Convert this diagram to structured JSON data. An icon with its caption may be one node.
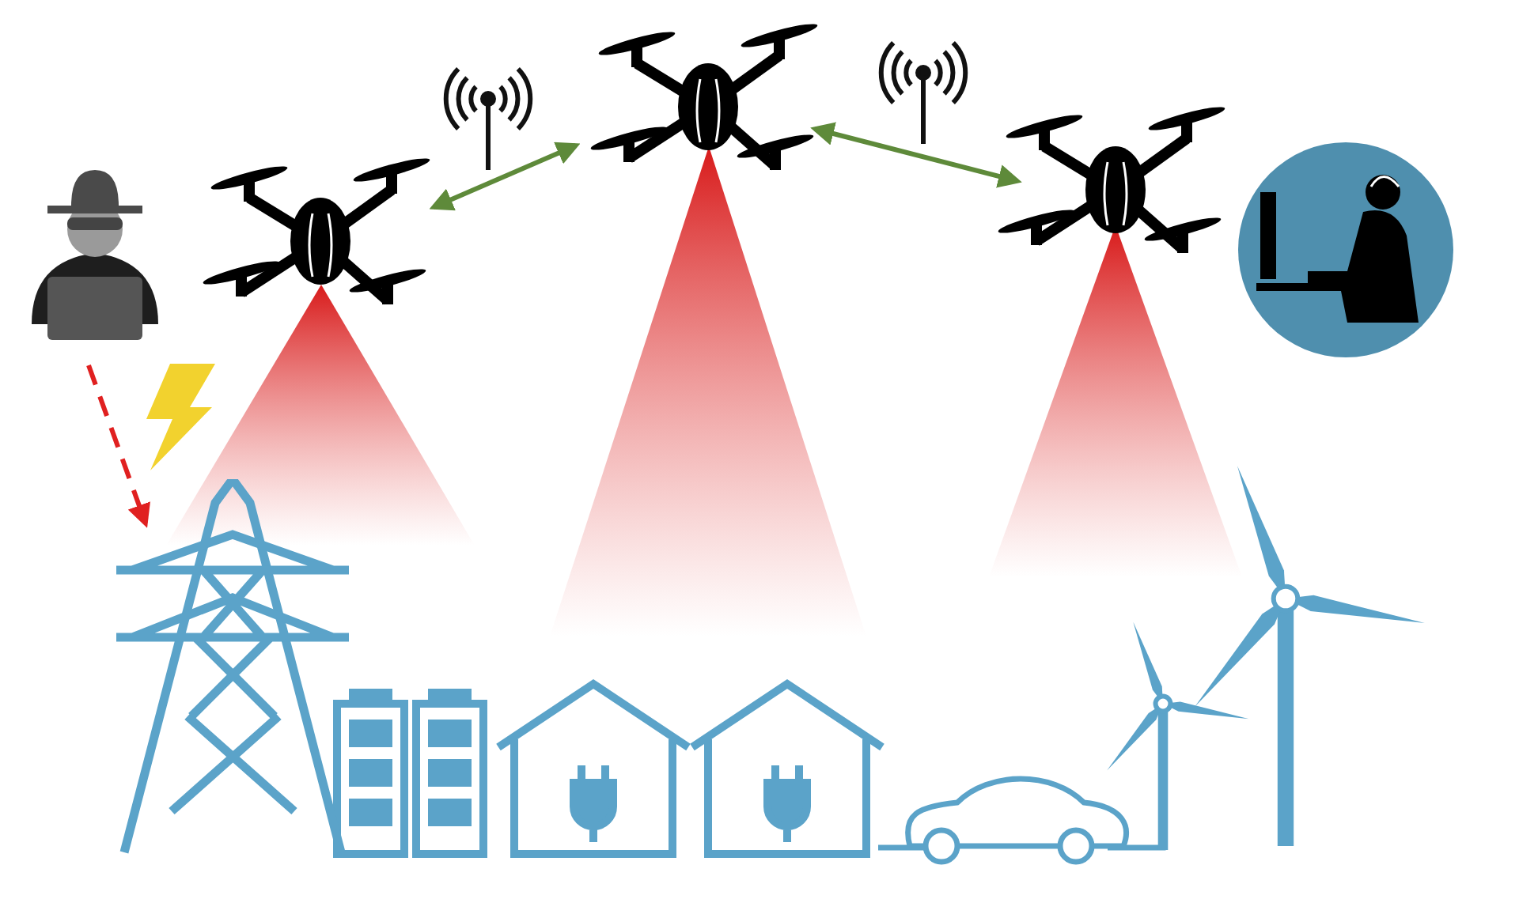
{
  "diagram": {
    "nodes": [
      {
        "text": [],
        "shape": "person"
      },
      {
        "text": [],
        "shape": "picture"
      },
      {
        "text": [],
        "shape": "picture"
      },
      {
        "text": [],
        "shape": "picture"
      },
      {
        "text": [],
        "shape": "person"
      },
      {
        "text": [],
        "shape": "picture"
      }
    ],
    "edges": [
      {
        "from": 1,
        "to": 2,
        "arrow": "both"
      },
      {
        "from": 2,
        "to": 3,
        "arrow": "both"
      },
      {
        "from": 0,
        "to": 5,
        "arrow": "to",
        "style": "dashed",
        "color": "#e02020"
      }
    ]
  }
}
